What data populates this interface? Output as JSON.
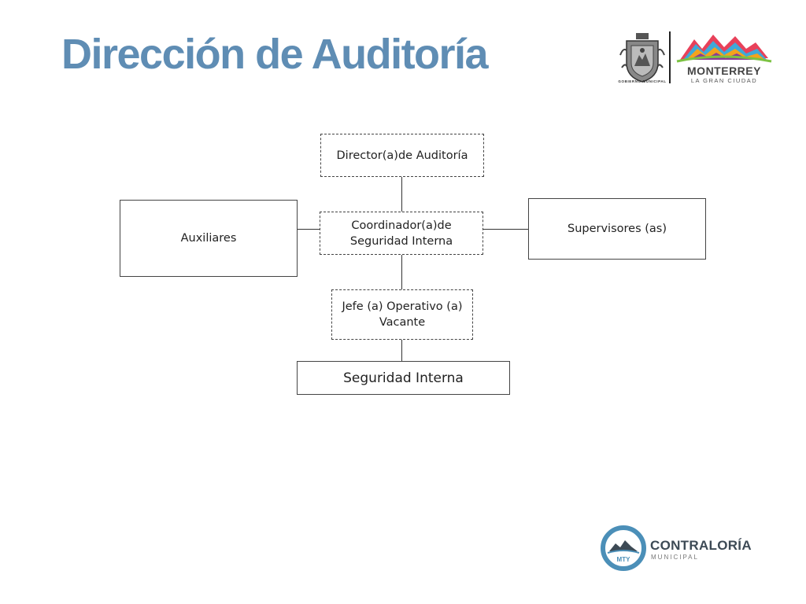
{
  "header": {
    "title": "Dirección de Auditoría",
    "logo_caption": "GOBIERNO MUNICIPAL",
    "brand_name": "MONTERREY",
    "brand_tagline": "LA GRAN CIUDAD"
  },
  "org_chart": {
    "director": "Director(a)de Auditoría",
    "coordinator_line1": "Coordinador(a)de",
    "coordinator_line2": "Seguridad Interna",
    "left_unit": "Auxiliares",
    "right_unit": "Supervisores (as)",
    "operative_line1": "Jefe (a) Operativo (a)",
    "operative_line2": "Vacante",
    "bottom_unit": "Seguridad Interna"
  },
  "footer": {
    "badge_text": "MTY",
    "org_name": "CONTRALORÍA",
    "org_sub": "MUNICIPAL"
  },
  "colors": {
    "title": "#5f8db4",
    "contraloria_blue": "#4b8fb8"
  }
}
